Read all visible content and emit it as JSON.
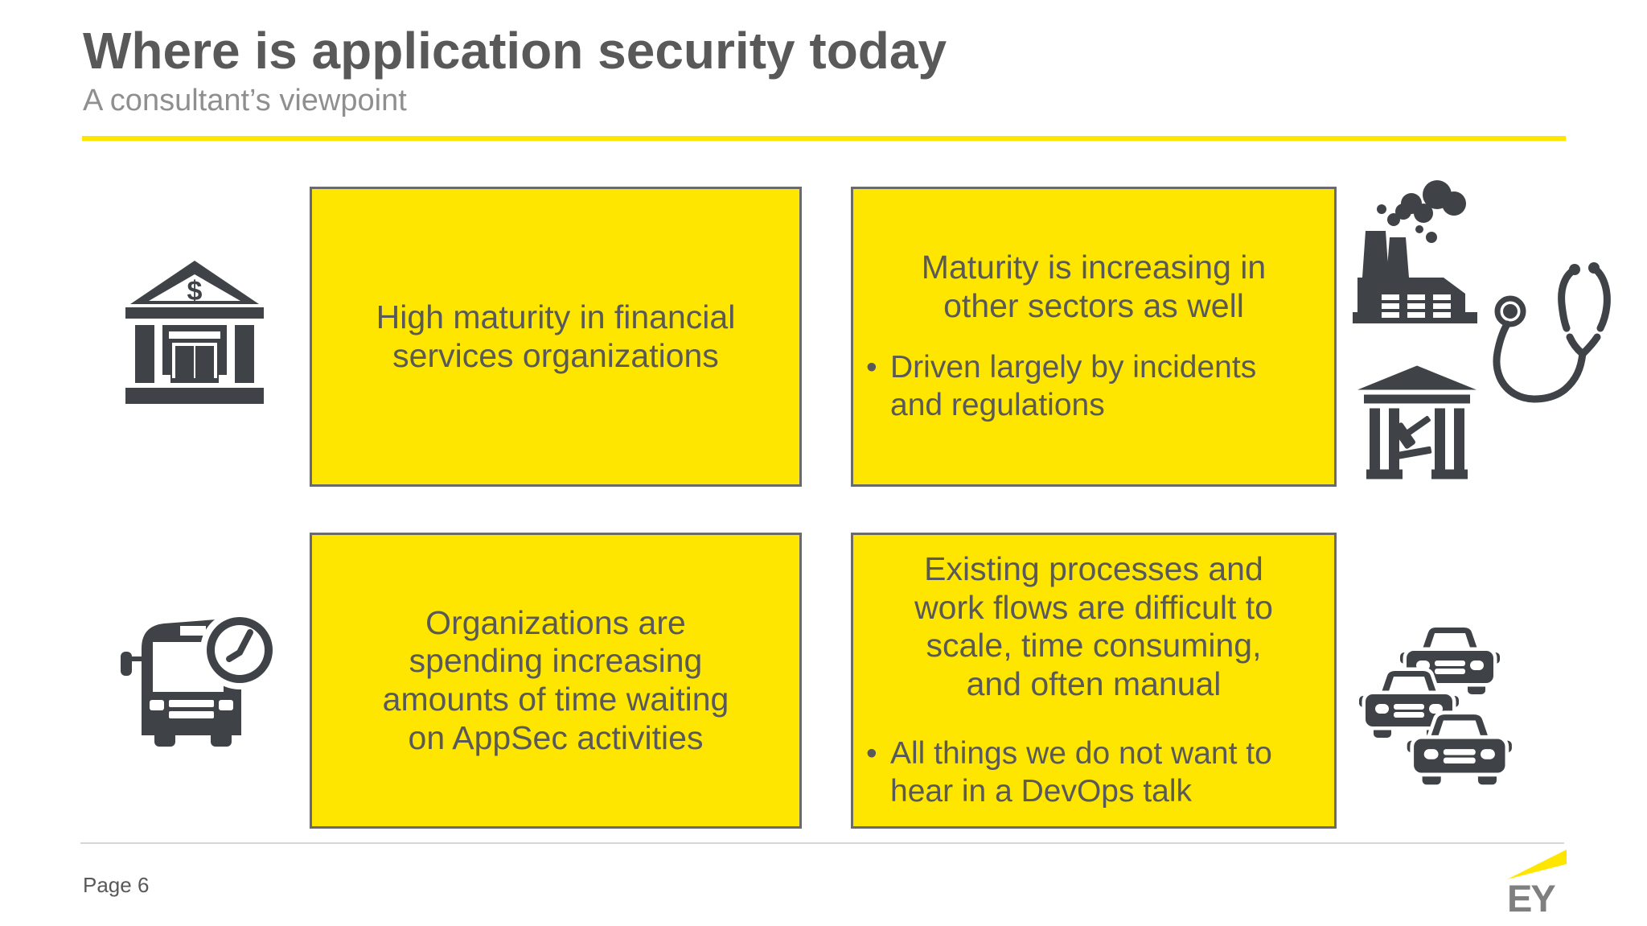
{
  "slide": {
    "title": "Where is application security today",
    "subtitle": "A consultant’s viewpoint",
    "bullet_marker": "•",
    "page_label": "Page 6",
    "brand": "EY",
    "colors": {
      "accent_yellow": "#FFE600",
      "text_gray": "#595959",
      "subtitle_gray": "#8F8F8F",
      "icon_charcoal": "#3F4347",
      "box_border_gray": "#6A6A6A"
    }
  },
  "boxes": [
    {
      "heading": "High maturity in financial\nservices organizations",
      "bullets": []
    },
    {
      "heading": "Maturity is increasing in\nother sectors as well",
      "bullets": [
        "Driven largely by incidents\nand regulations"
      ]
    },
    {
      "heading": "Organizations are\nspending increasing\namounts of time waiting\non AppSec activities",
      "bullets": []
    },
    {
      "heading": "Existing processes and\nwork flows are difficult to\nscale, time consuming,\nand often manual",
      "bullets": [
        "All things we do not want to\nhear in a DevOps talk"
      ]
    }
  ],
  "icons": {
    "bank_dollar_symbol": "$",
    "names": [
      "bank-dollar-icon",
      "factory-smoke-icon",
      "stethoscope-icon",
      "courthouse-gavel-icon",
      "bus-clock-icon",
      "traffic-cars-icon"
    ]
  }
}
